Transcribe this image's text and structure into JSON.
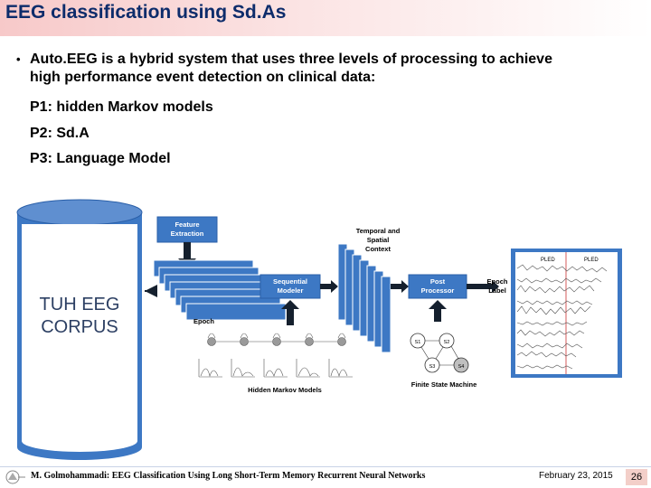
{
  "slide": {
    "title": "EEG classification using Sd.As",
    "bullet": "Auto.EEG is a hybrid system that uses three levels of processing to achieve high performance event detection on clinical data:",
    "sub_items": [
      "P1: hidden Markov models",
      "P2: Sd.A",
      "P3: Language Model"
    ]
  },
  "corpus": {
    "line1": "TUH EEG",
    "line2": "CORPUS"
  },
  "diagram": {
    "feature_extraction": [
      "Feature",
      "Extraction"
    ],
    "sequential_modeler": [
      "Sequential",
      "Modeler"
    ],
    "post_processor": [
      "Post",
      "Processor"
    ],
    "temporal_context": [
      "Temporal and",
      "Spatial",
      "Context"
    ],
    "epoch_label": [
      "Epoch",
      "Label"
    ],
    "epoch": "Epoch",
    "hmm_label": "Hidden Markov Models",
    "fsm_label": "Finite State Machine",
    "states": [
      "S1",
      "S2",
      "S3",
      "S4"
    ],
    "colors": {
      "box": "#3d78c4",
      "box_dark": "#2a5fa8",
      "arrow": "#15202e"
    }
  },
  "eeg_panel": {
    "labels": [
      "PLED",
      "PLED"
    ]
  },
  "footer": {
    "text": "M. Golmohammadi: EEG Classification Using Long Short-Term Memory Recurrent Neural Networks",
    "date": "February 23, 2015",
    "page": "26"
  }
}
